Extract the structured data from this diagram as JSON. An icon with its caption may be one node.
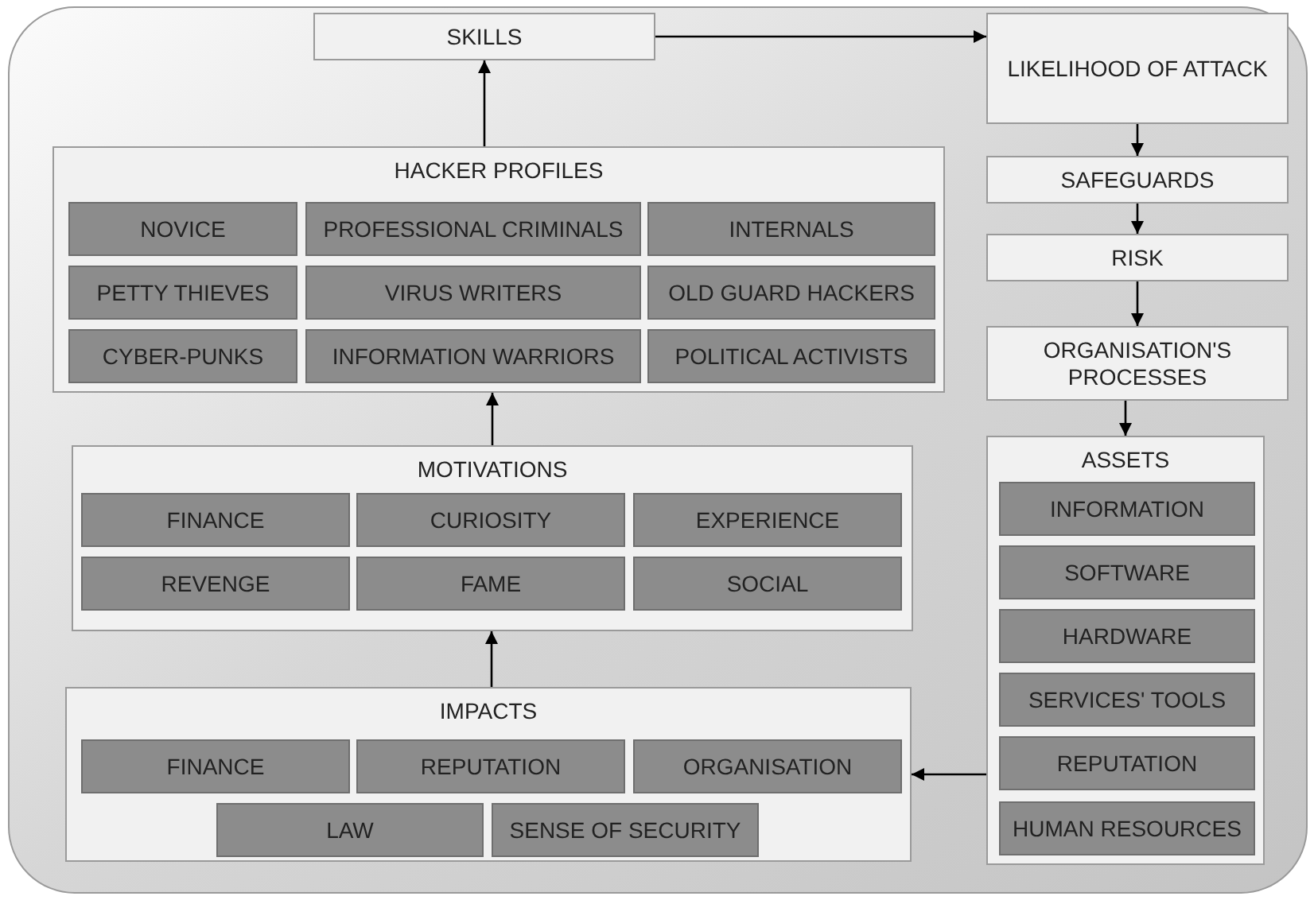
{
  "diagram": {
    "nodes": [
      {
        "text": [
          "SKILLS"
        ]
      },
      {
        "text": [
          "HACKER PROFILES"
        ]
      },
      {
        "text": [
          "NOVICE"
        ],
        "in": 1
      },
      {
        "text": [
          "PROFESSIONAL CRIMINALS"
        ],
        "in": 1
      },
      {
        "text": [
          "INTERNALS"
        ],
        "in": 1
      },
      {
        "text": [
          "PETTY THIEVES"
        ],
        "in": 1
      },
      {
        "text": [
          "VIRUS WRITERS"
        ],
        "in": 1
      },
      {
        "text": [
          "OLD GUARD HACKERS"
        ],
        "in": 1
      },
      {
        "text": [
          "CYBER-PUNKS"
        ],
        "in": 1
      },
      {
        "text": [
          "INFORMATION WARRIORS"
        ],
        "in": 1
      },
      {
        "text": [
          "POLITICAL ACTIVISTS"
        ],
        "in": 1
      },
      {
        "text": [
          "MOTIVATIONS"
        ]
      },
      {
        "text": [
          "FINANCE"
        ],
        "in": 11
      },
      {
        "text": [
          "CURIOSITY"
        ],
        "in": 11
      },
      {
        "text": [
          "EXPERIENCE"
        ],
        "in": 11
      },
      {
        "text": [
          "REVENGE"
        ],
        "in": 11
      },
      {
        "text": [
          "FAME"
        ],
        "in": 11
      },
      {
        "text": [
          "SOCIAL"
        ],
        "in": 11
      },
      {
        "text": [
          "IMPACTS"
        ]
      },
      {
        "text": [
          "FINANCE"
        ],
        "in": 18
      },
      {
        "text": [
          "REPUTATION"
        ],
        "in": 18
      },
      {
        "text": [
          "ORGANISATION"
        ],
        "in": 18
      },
      {
        "text": [
          "LAW"
        ],
        "in": 18
      },
      {
        "text": [
          "SENSE OF SECURITY"
        ],
        "in": 18
      },
      {
        "text": [
          "LIKELIHOOD OF ATTACK"
        ]
      },
      {
        "text": [
          "SAFEGUARDS"
        ]
      },
      {
        "text": [
          "RISK"
        ]
      },
      {
        "text": [
          "ORGANISATION'S PROCESSES"
        ]
      },
      {
        "text": [
          "ASSETS"
        ]
      },
      {
        "text": [
          "INFORMATION"
        ],
        "in": 28
      },
      {
        "text": [
          "SOFTWARE"
        ],
        "in": 28
      },
      {
        "text": [
          "HARDWARE"
        ],
        "in": 28
      },
      {
        "text": [
          "SERVICES' TOOLS"
        ],
        "in": 28
      },
      {
        "text": [
          "REPUTATION"
        ],
        "in": 28
      },
      {
        "text": [
          "HUMAN RESOURCES"
        ],
        "in": 28
      }
    ],
    "edges": [
      {
        "from": 1,
        "to": 0,
        "arrow": "to"
      },
      {
        "from": 0,
        "to": 24,
        "arrow": "to"
      },
      {
        "from": 24,
        "to": 25,
        "arrow": "to"
      },
      {
        "from": 25,
        "to": 26,
        "arrow": "to"
      },
      {
        "from": 26,
        "to": 27,
        "arrow": "to"
      },
      {
        "from": 27,
        "to": 28,
        "arrow": "to"
      },
      {
        "from": 28,
        "to": 18,
        "arrow": "to"
      },
      {
        "from": 18,
        "to": 11,
        "arrow": "to"
      },
      {
        "from": 11,
        "to": 1,
        "arrow": "to"
      }
    ]
  }
}
